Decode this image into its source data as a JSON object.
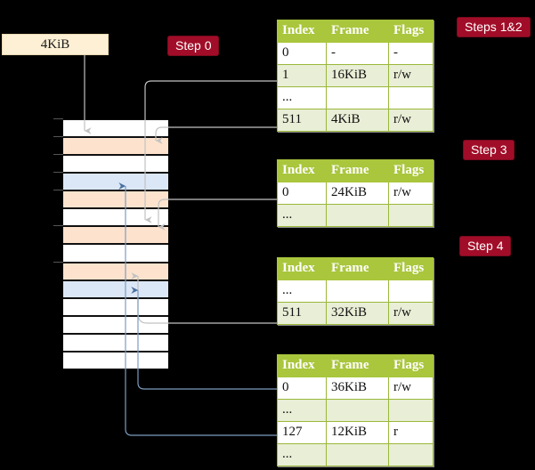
{
  "diagram": {
    "title_box": {
      "label": "4KiB"
    },
    "steps": [
      {
        "id": "step0",
        "label": "Step 0"
      },
      {
        "id": "steps1and2",
        "label": "Steps 1&2"
      },
      {
        "id": "step3",
        "label": "Step 3"
      },
      {
        "id": "step4",
        "label": "Step 4"
      }
    ],
    "colors": {
      "header_green": "#a9c63c",
      "row_alt": "#e9eed6",
      "highlight_yellow": "#fbf8b0",
      "pill_red": "#a10d28",
      "peach": "#fde3cd",
      "blue": "#dbe7f6",
      "cream": "#fdf0d5",
      "wire_gray": "#bdbdbd",
      "wire_blue": "#7d9cc0"
    },
    "memory_column": {
      "name": "physical-memory-column",
      "rows": [
        {
          "fill": "white"
        },
        {
          "fill": "peach"
        },
        {
          "fill": "white"
        },
        {
          "fill": "blue"
        },
        {
          "fill": "peach"
        },
        {
          "fill": "white"
        },
        {
          "fill": "peach"
        },
        {
          "fill": "white"
        },
        {
          "fill": "peach"
        },
        {
          "fill": "blue"
        },
        {
          "fill": "white"
        },
        {
          "fill": "white"
        },
        {
          "fill": "white"
        },
        {
          "fill": "white"
        }
      ]
    },
    "tables": [
      {
        "id": "table-level4",
        "headers": [
          "Index",
          "Frame",
          "Flags"
        ],
        "rows": [
          {
            "cells": [
              "0",
              "-",
              "-"
            ],
            "alt": false,
            "highlight": false
          },
          {
            "cells": [
              "1",
              "16KiB",
              "r/w"
            ],
            "alt": true,
            "highlight": false
          },
          {
            "cells": [
              "...",
              "",
              ""
            ],
            "alt": false,
            "highlight": false
          },
          {
            "cells": [
              "511",
              "4KiB",
              "r/w"
            ],
            "alt": true,
            "highlight": true
          }
        ]
      },
      {
        "id": "table-level3",
        "headers": [
          "Index",
          "Frame",
          "Flags"
        ],
        "rows": [
          {
            "cells": [
              "0",
              "24KiB",
              "r/w"
            ],
            "alt": false,
            "highlight": false
          },
          {
            "cells": [
              "...",
              "",
              ""
            ],
            "alt": true,
            "highlight": false
          }
        ]
      },
      {
        "id": "table-level2",
        "headers": [
          "Index",
          "Frame",
          "Flags"
        ],
        "rows": [
          {
            "cells": [
              "...",
              "",
              ""
            ],
            "alt": false,
            "highlight": false
          },
          {
            "cells": [
              "511",
              "32KiB",
              "r/w"
            ],
            "alt": true,
            "highlight": false
          }
        ]
      },
      {
        "id": "table-level1",
        "headers": [
          "Index",
          "Frame",
          "Flags"
        ],
        "rows": [
          {
            "cells": [
              "0",
              "36KiB",
              "r/w"
            ],
            "alt": false,
            "highlight": false
          },
          {
            "cells": [
              "...",
              "",
              ""
            ],
            "alt": true,
            "highlight": false
          },
          {
            "cells": [
              "127",
              "12KiB",
              "r"
            ],
            "alt": false,
            "highlight": false
          },
          {
            "cells": [
              "...",
              "",
              ""
            ],
            "alt": true,
            "highlight": false
          }
        ]
      }
    ]
  }
}
